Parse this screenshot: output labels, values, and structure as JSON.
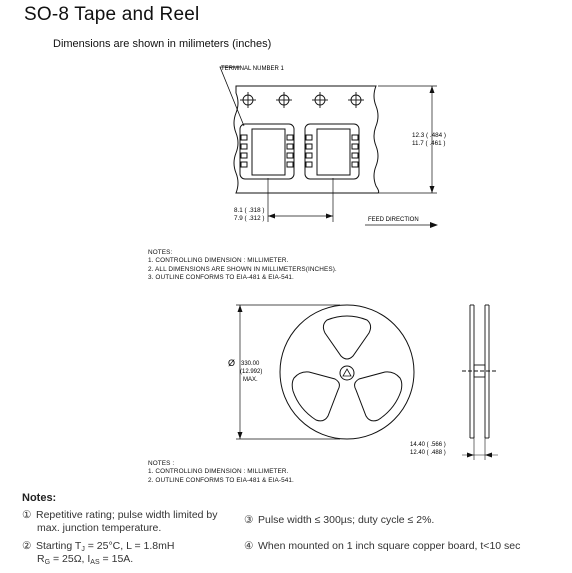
{
  "header": {
    "title": "SO-8 Tape and Reel",
    "subtitle": "Dimensions are shown in milimeters (inches)"
  },
  "tape_drawing": {
    "terminal_label": "TERMINAL NUMBER 1",
    "width_dim": [
      "12.3 ( .484 )",
      "11.7 ( .461 )"
    ],
    "pitch_dim": [
      "8.1 ( .318 )",
      "7.9 ( .312 )"
    ],
    "feed_label": "FEED DIRECTION"
  },
  "tape_notes": {
    "heading": "NOTES:",
    "lines": [
      "1.   CONTROLLING DIMENSION : MILLIMETER.",
      "2.   ALL DIMENSIONS ARE SHOWN IN MILLIMETERS(INCHES).",
      "3.   OUTLINE CONFORMS TO EIA-481 & EIA-541."
    ]
  },
  "reel_drawing": {
    "diameter_symbol": "Ø",
    "diameter_lines": [
      "330.00",
      "(12.992)",
      "MAX."
    ],
    "hub_width_dim": [
      "14.40 ( .566 )",
      "12.40 ( .488 )"
    ]
  },
  "reel_notes": {
    "heading": "NOTES :",
    "lines": [
      "1. CONTROLLING DIMENSION : MILLIMETER.",
      "2. OUTLINE CONFORMS TO EIA-481 & EIA-541."
    ]
  },
  "bottom_notes": {
    "heading": "Notes:",
    "n1_marker": "①",
    "n1_line1": "Repetitive rating;  pulse width limited by",
    "n1_line2": "max. junction temperature.",
    "n2_marker": "②",
    "n2_prefix": "Starting T",
    "n2_sub1": "J",
    "n2_mid": " = 25°C, L = 1.8mH",
    "n2_l2a": "R",
    "n2_l2sub_a": "G",
    "n2_l2b": " = 25Ω, I",
    "n2_l2sub_b": "AS",
    "n2_l2c": " = 15A.",
    "n3_marker": "③",
    "n3_text": "Pulse width ≤ 300µs; duty cycle ≤ 2%.",
    "n4_marker": "④",
    "n4_text": "When mounted on 1 inch square copper board,  t<10 sec"
  }
}
